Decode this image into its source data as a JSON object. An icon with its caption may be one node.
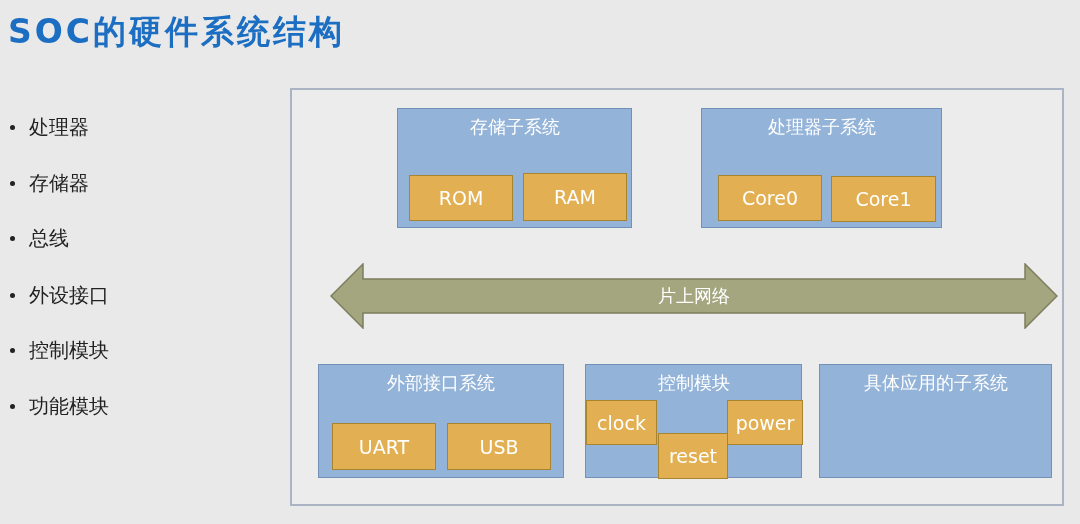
{
  "diagram": {
    "title": "SOC的硬件系统结构",
    "nodes": [
      {
        "text": [],
        "shape": "box"
      },
      {
        "text": [
          "存储子系统"
        ],
        "in": 0
      },
      {
        "text": [
          "ROM"
        ],
        "in": 1
      },
      {
        "text": [
          "RAM"
        ],
        "in": 1
      },
      {
        "text": [
          "处理器子系统"
        ],
        "in": 0
      },
      {
        "text": [
          "Core0"
        ],
        "in": 4
      },
      {
        "text": [
          "Core1"
        ],
        "in": 4
      },
      {
        "text": [
          "片上网络"
        ],
        "in": 0
      },
      {
        "text": [
          "外部接口系统"
        ],
        "in": 0
      },
      {
        "text": [
          "UART"
        ],
        "in": 8
      },
      {
        "text": [
          "USB"
        ],
        "in": 8
      },
      {
        "text": [
          "控制模块"
        ],
        "in": 0
      },
      {
        "text": [
          "clock"
        ],
        "in": 11
      },
      {
        "text": [
          "reset"
        ],
        "in": 11
      },
      {
        "text": [
          "power"
        ],
        "in": 11
      },
      {
        "text": [
          "具体应用的子系统"
        ],
        "in": 0
      }
    ],
    "labels": [
      "处理器",
      "存储器",
      "总线",
      "外设接口",
      "控制模块",
      "功能模块"
    ]
  }
}
